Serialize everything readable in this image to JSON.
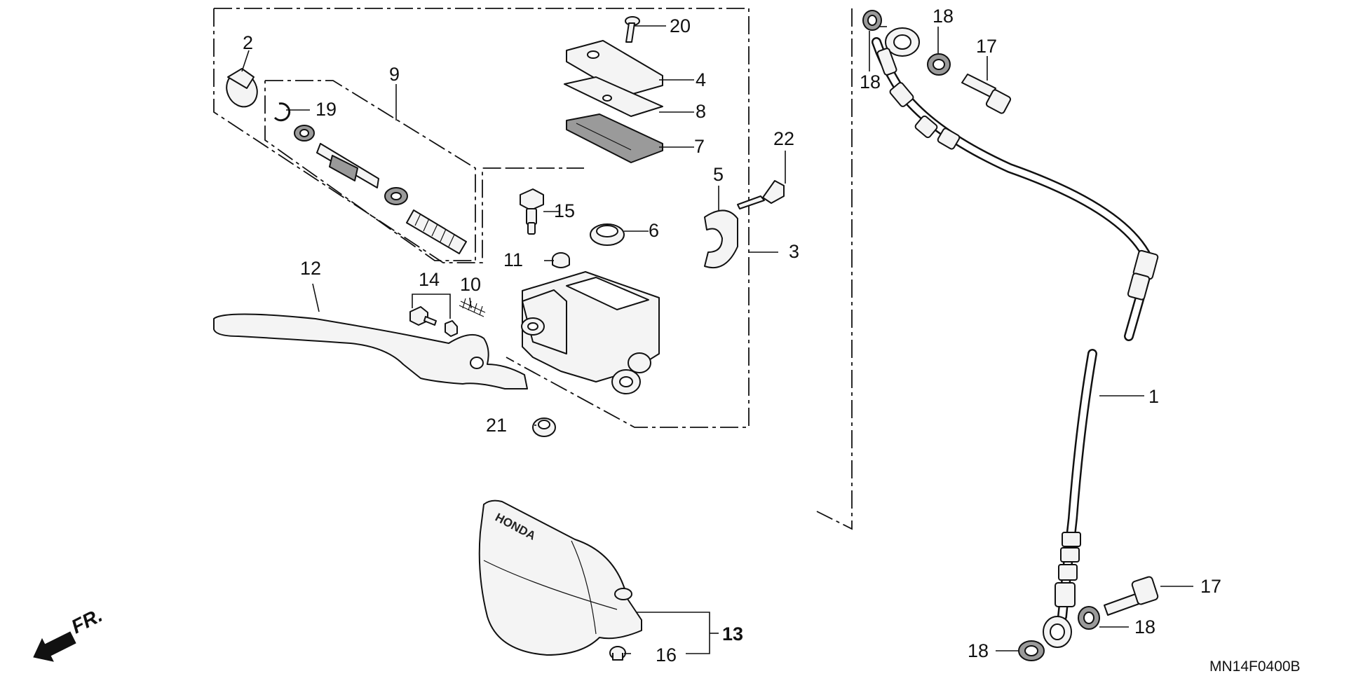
{
  "diagram_code": "MN14F0400B",
  "direction_label": "FR.",
  "brand_text": "HONDA",
  "callouts": {
    "c1": "1",
    "c2": "2",
    "c3": "3",
    "c4": "4",
    "c5": "5",
    "c6": "6",
    "c7": "7",
    "c8": "8",
    "c9": "9",
    "c10": "10",
    "c11": "11",
    "c12": "12",
    "c13": "13",
    "c14": "14",
    "c15": "15",
    "c16": "16",
    "c17a": "17",
    "c17b": "17",
    "c18a": "18",
    "c18b": "18",
    "c18c": "18",
    "c18d": "18",
    "c19": "19",
    "c20": "20",
    "c21": "21",
    "c22": "22"
  }
}
